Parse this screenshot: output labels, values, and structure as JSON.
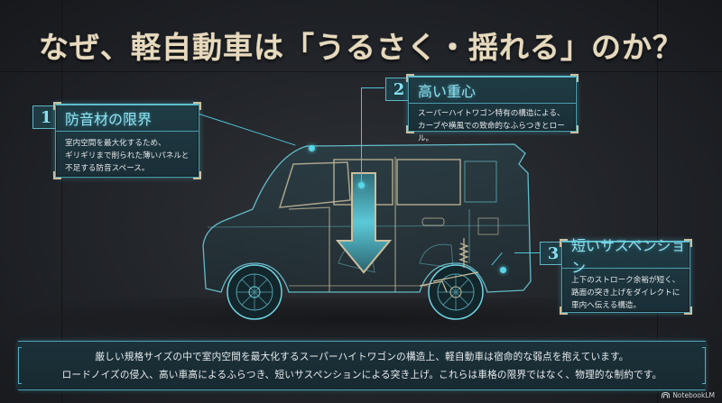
{
  "title": "なぜ、軽自動車は「うるさく・揺れる」のか？",
  "callouts": [
    {
      "number": "1",
      "heading": "防音材の限界",
      "lines": [
        "室内空間を最大化するため、",
        "ギリギリまで削られた薄いパネルと",
        "不足する防音スペース。"
      ]
    },
    {
      "number": "2",
      "heading": "高い重心",
      "lines": [
        "スーパーハイトワゴン特有の構造による、",
        "カーブや横風での致命的なふらつきとロール。"
      ]
    },
    {
      "number": "3",
      "heading": "短いサスペンション",
      "lines": [
        "上下のストローク余裕が短く、",
        "路面の突き上げをダイレクトに",
        "車内へ伝える構造。"
      ]
    }
  ],
  "diagram": {
    "subject": "super-height kei wagon x-ray side view",
    "arrow": "downward center-of-gravity arrow",
    "colors": {
      "accent": "#59d6e8",
      "gold": "#cbbf9f",
      "background": "#23262b",
      "card": "#1f3c45"
    }
  },
  "summary": {
    "lines": [
      "厳しい規格サイズの中で室内空間を最大化するスーパーハイトワゴンの構造上、軽自動車は宿命的な弱点を抱えています。",
      "ロードノイズの侵入、高い車高によるふらつき、短いサスペンションによる突き上げ。これらは車格の限界ではなく、物理的な制約です。"
    ]
  },
  "brand": {
    "label": "NotebookLM"
  }
}
